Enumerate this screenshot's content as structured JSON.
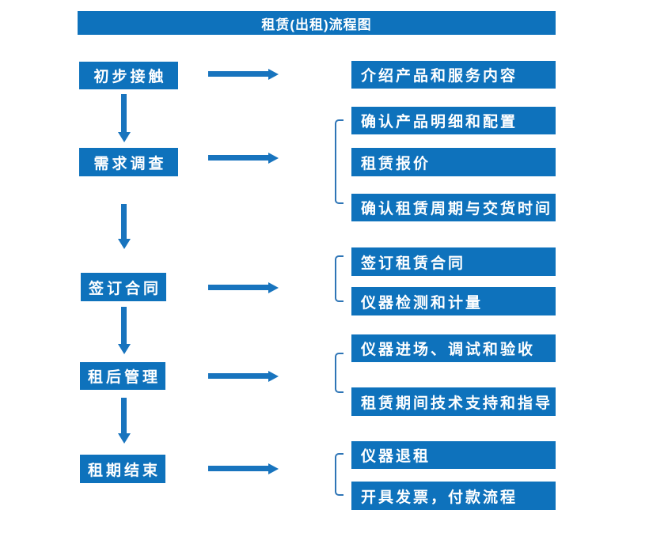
{
  "title": "租赁(出租)流程图",
  "colors": {
    "box_fill": "#0E72BC",
    "arrow_fill": "#1874BE",
    "bracket_stroke": "#2E75B6",
    "text": "#FFFFFF",
    "background": "#FFFFFF"
  },
  "steps": [
    {
      "label": "初步接触"
    },
    {
      "label": "需求调查"
    },
    {
      "label": "签订合同"
    },
    {
      "label": "租后管理"
    },
    {
      "label": "租期结束"
    }
  ],
  "details": {
    "step1": [
      "介绍产品和服务内容"
    ],
    "step2": [
      "确认产品明细和配置",
      "租赁报价",
      "确认租赁周期与交货时间"
    ],
    "step3": [
      "签订租赁合同",
      "仪器检测和计量"
    ],
    "step4": [
      "仪器进场、调试和验收",
      "租赁期间技术支持和指导"
    ],
    "step5": [
      "仪器退租",
      "开具发票，付款流程"
    ]
  }
}
